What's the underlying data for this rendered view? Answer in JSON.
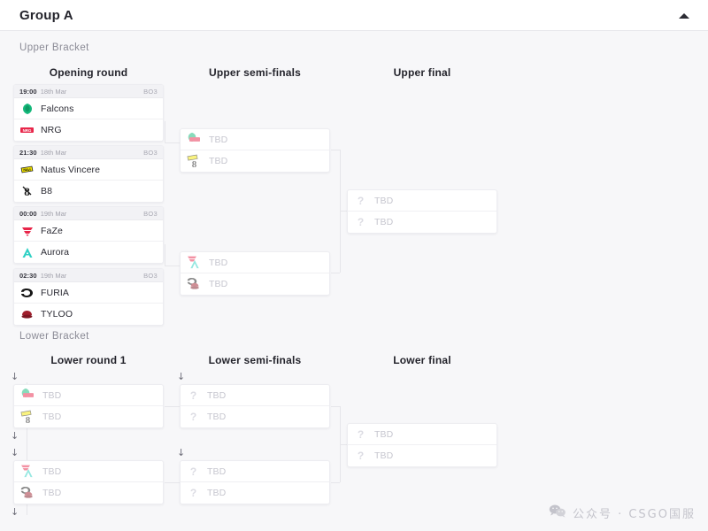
{
  "header": {
    "title": "Group A",
    "collapse_icon": "chevron-up-icon"
  },
  "upper_bracket": {
    "label": "Upper Bracket",
    "rounds": [
      {
        "title": "Opening round"
      },
      {
        "title": "Upper semi-finals"
      },
      {
        "title": "Upper final"
      }
    ],
    "opening_round": [
      {
        "time": "19:00",
        "date": "18th Mar",
        "format": "BO3",
        "teams": [
          {
            "name": "Falcons",
            "logo": "falcons-logo",
            "color": "#14b87a"
          },
          {
            "name": "NRG",
            "logo": "nrg-logo",
            "color": "#e8264a"
          }
        ]
      },
      {
        "time": "21:30",
        "date": "18th Mar",
        "format": "BO3",
        "teams": [
          {
            "name": "Natus Vincere",
            "logo": "navi-logo",
            "color": "#f3e500"
          },
          {
            "name": "B8",
            "logo": "b8-logo",
            "color": "#1b1b1b"
          }
        ]
      },
      {
        "time": "00:00",
        "date": "19th Mar",
        "format": "BO3",
        "teams": [
          {
            "name": "FaZe",
            "logo": "faze-logo",
            "color": "#e8264a"
          },
          {
            "name": "Aurora",
            "logo": "aurora-logo",
            "color": "#2fd0c4"
          }
        ]
      },
      {
        "time": "02:30",
        "date": "19th Mar",
        "format": "BO3",
        "teams": [
          {
            "name": "FURIA",
            "logo": "furia-logo",
            "color": "#151515"
          },
          {
            "name": "TYLOO",
            "logo": "tyloo-logo",
            "color": "#a01f2d"
          }
        ]
      }
    ],
    "semi_finals": [
      {
        "teams": [
          {
            "name": "TBD",
            "logo": "falcons-nrg-stack"
          },
          {
            "name": "TBD",
            "logo": "navi-b8-stack"
          }
        ]
      },
      {
        "teams": [
          {
            "name": "TBD",
            "logo": "faze-aurora-stack"
          },
          {
            "name": "TBD",
            "logo": "furia-tyloo-stack"
          }
        ]
      }
    ],
    "final": {
      "teams": [
        {
          "name": "TBD",
          "logo": "question-icon"
        },
        {
          "name": "TBD",
          "logo": "question-icon"
        }
      ]
    }
  },
  "lower_bracket": {
    "label": "Lower Bracket",
    "rounds": [
      {
        "title": "Lower round 1"
      },
      {
        "title": "Lower semi-finals"
      },
      {
        "title": "Lower final"
      }
    ],
    "round1": [
      {
        "teams": [
          {
            "name": "TBD",
            "logo": "falcons-nrg-stack"
          },
          {
            "name": "TBD",
            "logo": "navi-b8-stack"
          }
        ]
      },
      {
        "teams": [
          {
            "name": "TBD",
            "logo": "faze-aurora-stack"
          },
          {
            "name": "TBD",
            "logo": "furia-tyloo-stack"
          }
        ]
      }
    ],
    "semi_finals": [
      {
        "teams": [
          {
            "name": "TBD",
            "logo": "question-icon"
          },
          {
            "name": "TBD",
            "logo": "question-icon"
          }
        ]
      },
      {
        "teams": [
          {
            "name": "TBD",
            "logo": "question-icon"
          },
          {
            "name": "TBD",
            "logo": "question-icon"
          }
        ]
      }
    ],
    "final": {
      "teams": [
        {
          "name": "TBD",
          "logo": "question-icon"
        },
        {
          "name": "TBD",
          "logo": "question-icon"
        }
      ]
    },
    "drop_arrow": "↓"
  },
  "watermark": {
    "icon": "wechat-icon",
    "text": "公众号 · CSGO国服"
  }
}
